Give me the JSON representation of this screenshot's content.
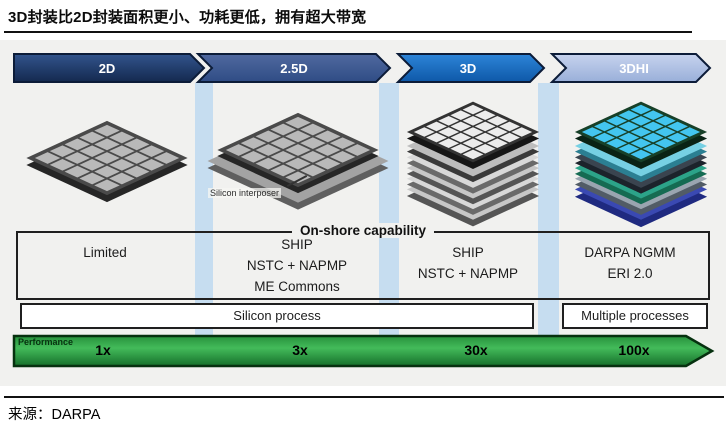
{
  "title": "3D封装比2D封装面积更小、功耗更低，拥有超大带宽",
  "stages": [
    {
      "label": "2D",
      "capability": [
        "Limited"
      ]
    },
    {
      "label": "2.5D",
      "capability": [
        "SHIP",
        "NSTC + NAPMP",
        "ME Commons"
      ],
      "annotation": "Silicon interposer"
    },
    {
      "label": "3D",
      "capability": [
        "SHIP",
        "NSTC + NAPMP"
      ]
    },
    {
      "label": "3DHI",
      "capability": [
        "DARPA NGMM",
        "ERI 2.0"
      ]
    }
  ],
  "capability_title": "On-shore capability",
  "process_boxes": {
    "silicon": "Silicon process",
    "multiple": "Multiple processes"
  },
  "performance": {
    "label": "Performance",
    "values": [
      "1x",
      "3x",
      "30x",
      "100x"
    ]
  },
  "source": "来源：DARPA",
  "colors": {
    "arrow_2d": "#1b3666",
    "arrow_25d": "#3f5d99",
    "arrow_3d": "#1769c0",
    "arrow_3dhi": "#aebfe2",
    "band": "#c6ddf0",
    "performance_green": "#2e9c44"
  }
}
